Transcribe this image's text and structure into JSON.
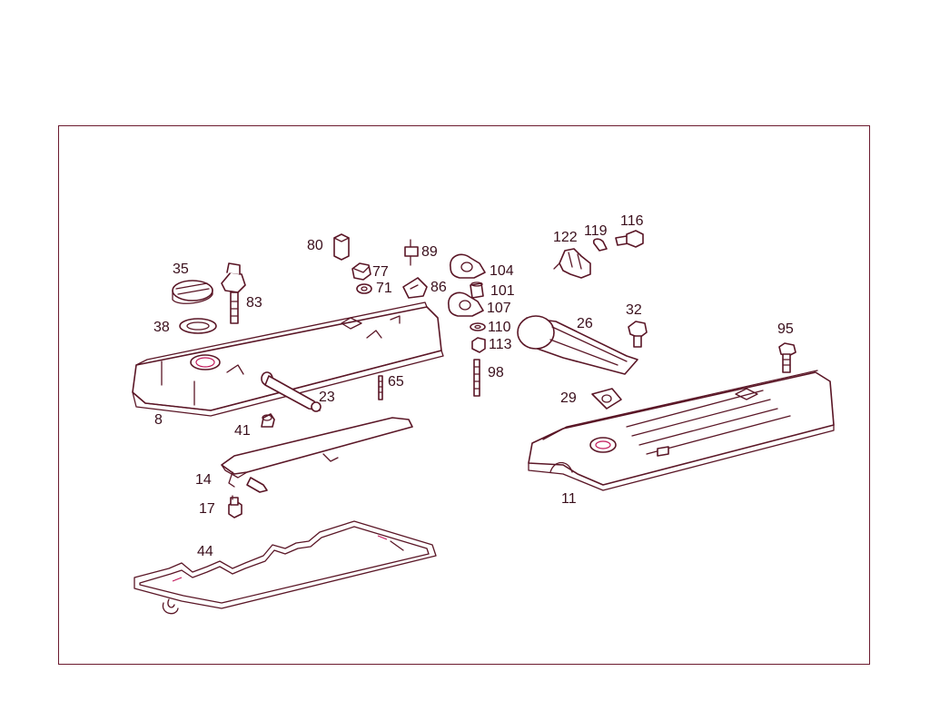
{
  "diagram": {
    "colors": {
      "frame": "#6b1a2e",
      "line": "#5a1626",
      "label": "#3a0f1c",
      "accent": "#c2185b"
    },
    "labels": {
      "l8": "8",
      "l11": "11",
      "l14": "14",
      "l17": "17",
      "l23": "23",
      "l26": "26",
      "l29": "29",
      "l32": "32",
      "l35": "35",
      "l38": "38",
      "l41": "41",
      "l44": "44",
      "l65": "65",
      "l71": "71",
      "l77": "77",
      "l80": "80",
      "l83": "83",
      "l86": "86",
      "l89": "89",
      "l95": "95",
      "l98": "98",
      "l101": "101",
      "l104": "104",
      "l107": "107",
      "l110": "110",
      "l113": "113",
      "l116": "116",
      "l119": "119",
      "l122": "122"
    }
  }
}
